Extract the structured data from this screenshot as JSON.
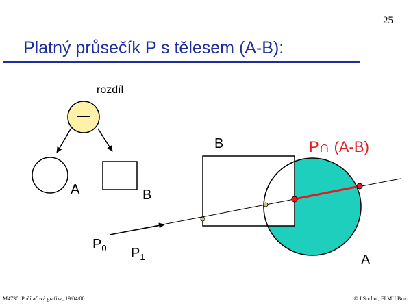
{
  "page_number": "25",
  "title": "Platný průsečík P s tělesem (A-B):",
  "tree": {
    "root_label": "rozdíl",
    "operator": "—",
    "left_label": "A",
    "right_label": "B"
  },
  "scene": {
    "box_label": "B",
    "sphere_label": "A",
    "ray_start_label": "P",
    "ray_start_sub": "0",
    "ray_dir_label": "P",
    "ray_dir_sub": "1",
    "result_label": "P∩ (A-B)"
  },
  "colors": {
    "title": "#1f2e9e",
    "operator_fill": "#fff2a8",
    "sphere_fill": "#1fcfbd",
    "valid_segment": "#e8191f",
    "intersection_point": "#d6c86a",
    "result_label": "#e8191f"
  },
  "footer": {
    "left": "M4730: Počítačová grafika, 19/04/00",
    "right": "© J.Sochor, FI MU Brno"
  }
}
